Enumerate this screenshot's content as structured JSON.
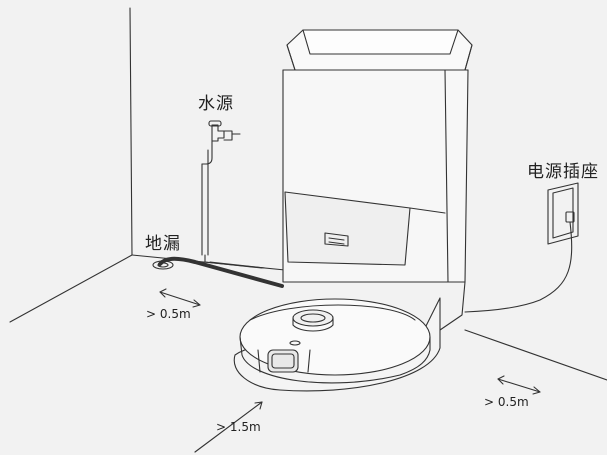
{
  "labels": {
    "water_source": "水源",
    "floor_drain": "地漏",
    "power_socket": "电源插座",
    "clearance_left": "> 0.5m",
    "clearance_front": "> 1.5m",
    "clearance_right": "> 0.5m"
  }
}
